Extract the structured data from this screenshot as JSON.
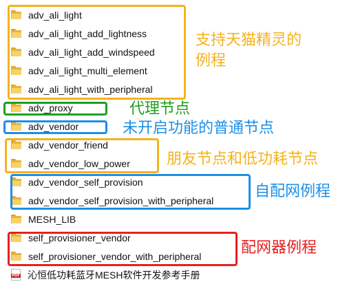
{
  "colors": {
    "folder_tab": "#d9a52a",
    "folder_body": "#e6b43a",
    "folder_front": "#f7d26a",
    "pdf_band": "#c8281e",
    "orange": "#f5b21c",
    "green": "#1f9e1f",
    "blue": "#1b8fe8",
    "red": "#e62020"
  },
  "items": [
    {
      "label": "adv_ali_light",
      "icon": "folder-icon"
    },
    {
      "label": "adv_ali_light_add_lightness",
      "icon": "folder-icon"
    },
    {
      "label": "adv_ali_light_add_windspeed",
      "icon": "folder-icon"
    },
    {
      "label": "adv_ali_light_multi_element",
      "icon": "folder-icon"
    },
    {
      "label": "adv_ali_light_with_peripheral",
      "icon": "folder-icon"
    },
    {
      "label": "adv_proxy",
      "icon": "folder-icon"
    },
    {
      "label": "adv_vendor",
      "icon": "folder-icon"
    },
    {
      "label": "adv_vendor_friend",
      "icon": "folder-icon"
    },
    {
      "label": "adv_vendor_low_power",
      "icon": "folder-icon"
    },
    {
      "label": "adv_vendor_self_provision",
      "icon": "folder-icon"
    },
    {
      "label": "adv_vendor_self_provision_with_peripheral",
      "icon": "folder-icon"
    },
    {
      "label": "MESH_LIB",
      "icon": "folder-icon"
    },
    {
      "label": "self_provisioner_vendor",
      "icon": "folder-icon"
    },
    {
      "label": "self_provisioner_vendor_with_peripheral",
      "icon": "folder-icon"
    },
    {
      "label": "沁恒低功耗蓝牙MESH软件开发参考手册",
      "icon": "pdf-icon"
    }
  ],
  "pdf_badge": "PDF",
  "annotations": {
    "ali_line1": "支持天猫精灵的",
    "ali_line2": "例程",
    "proxy": "代理节点",
    "vendor": "未开启功能的普通节点",
    "friend_lowpower": "朋友节点和低功耗节点",
    "self_provision": "自配网例程",
    "provisioner": "配网器例程"
  }
}
